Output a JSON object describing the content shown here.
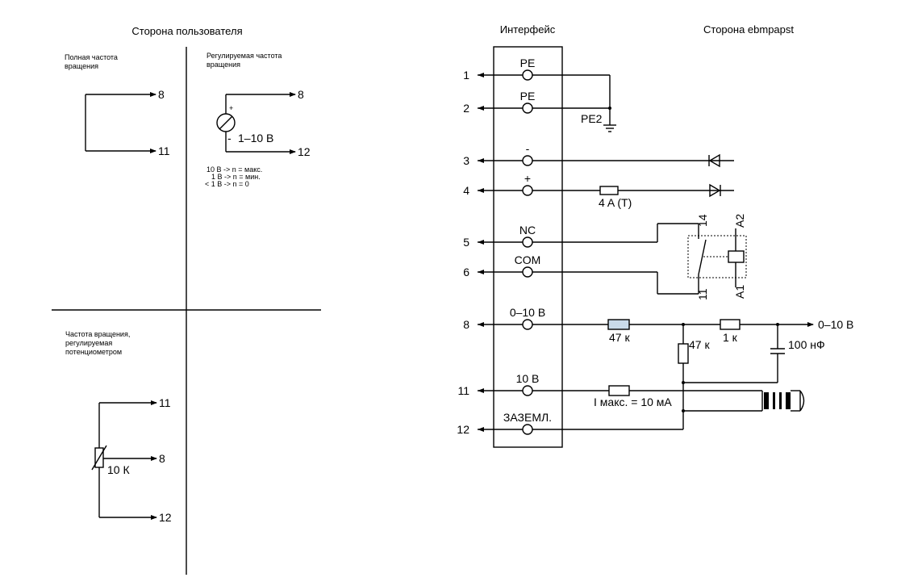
{
  "headers": {
    "user_side": "Сторона пользователя",
    "interface": "Интерфейс",
    "ebm_side": "Сторона ebmpapst"
  },
  "user_panels": {
    "full_speed": {
      "label_line1": "Полная частота",
      "label_line2": "вращения",
      "pin_a": "8",
      "pin_b": "11"
    },
    "regulated_speed": {
      "label_line1": "Регулируемая частота",
      "label_line2": "вращения",
      "pin_a": "8",
      "pin_b": "12",
      "plus": "+",
      "minus": "-",
      "voltage": "1–10 В",
      "note1": "10 В -> n = макс.",
      "note2": "1 В -> n = мин.",
      "note3": "< 1 В -> n = 0"
    },
    "potentiometer": {
      "label_line1": "Частота вращения,",
      "label_line2": "регулируемая",
      "label_line3": "потенциометром",
      "pin_a": "11",
      "pin_b": "8",
      "pin_c": "12",
      "value": "10 К"
    }
  },
  "interface": {
    "rows": [
      {
        "num": "1",
        "label": "PE"
      },
      {
        "num": "2",
        "label": "PE"
      },
      {
        "num": "3",
        "label": "-"
      },
      {
        "num": "4",
        "label": "+"
      },
      {
        "num": "5",
        "label": "NC"
      },
      {
        "num": "6",
        "label": "COM"
      },
      {
        "num": "8",
        "label": "0–10 В"
      },
      {
        "num": "11",
        "label": "10 В"
      },
      {
        "num": "12",
        "label": "ЗАЗЕМЛ."
      }
    ]
  },
  "ebm": {
    "pe2": "PE2",
    "fuse": "4 A (T)",
    "relay_14": "14",
    "relay_a2": "A2",
    "relay_11": "11",
    "relay_a1": "A1",
    "r47_series": "47 к",
    "r47_shunt": "47 к",
    "r1k": "1 к",
    "cap": "100 нФ",
    "out": "0–10 В",
    "imax": "I макс. = 10 мА"
  }
}
